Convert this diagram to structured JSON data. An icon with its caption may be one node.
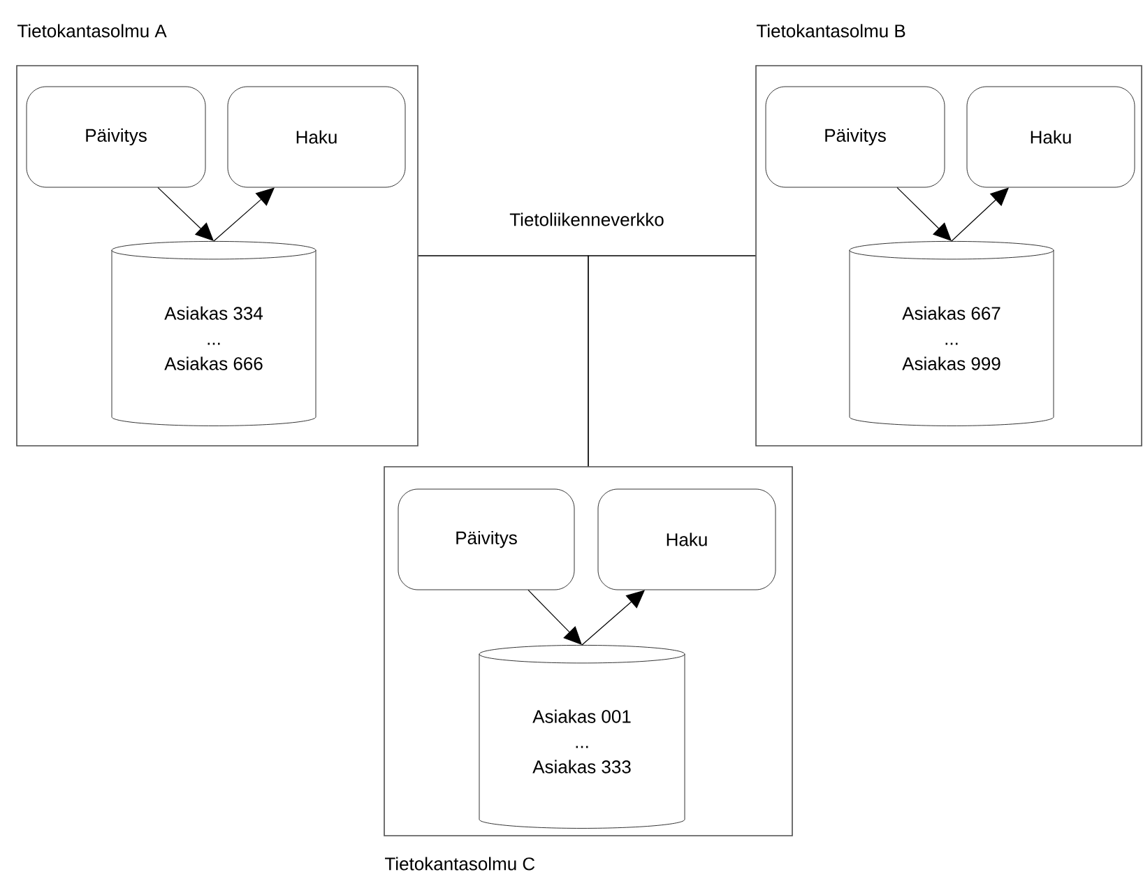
{
  "diagram": {
    "nodes": [
      {
        "text": [
          "Tietokantasolmu A"
        ]
      },
      {
        "text": [
          "Päivitys"
        ],
        "in": 0
      },
      {
        "text": [
          "Haku"
        ],
        "in": 0
      },
      {
        "text": [
          "Asiakas 334",
          "...",
          "Asiakas 666"
        ],
        "in": 0
      },
      {
        "text": [
          "Tietokantasolmu B"
        ]
      },
      {
        "text": [
          "Päivitys"
        ],
        "in": 4
      },
      {
        "text": [
          "Haku"
        ],
        "in": 4
      },
      {
        "text": [
          "Asiakas 667",
          "...",
          "Asiakas 999"
        ],
        "in": 4
      },
      {
        "text": [
          "Tietokantasolmu C"
        ]
      },
      {
        "text": [
          "Päivitys"
        ],
        "in": 8
      },
      {
        "text": [
          "Haku"
        ],
        "in": 8
      },
      {
        "text": [
          "Asiakas 001",
          "...",
          "Asiakas 333"
        ],
        "in": 8
      }
    ],
    "edges": [
      {
        "from": 1,
        "to": 3,
        "arrow": "to"
      },
      {
        "from": 3,
        "to": 2,
        "arrow": "to"
      },
      {
        "from": 5,
        "to": 7,
        "arrow": "to"
      },
      {
        "from": 7,
        "to": 6,
        "arrow": "to"
      },
      {
        "from": 9,
        "to": 11,
        "arrow": "to"
      },
      {
        "from": 11,
        "to": 10,
        "arrow": "to"
      },
      {
        "from": 0,
        "to": 4,
        "arrow": "none",
        "label": "Tietoliikenneverkko"
      },
      {
        "from": 0,
        "to": 8,
        "arrow": "none"
      },
      {
        "from": 4,
        "to": 8,
        "arrow": "none"
      }
    ]
  }
}
